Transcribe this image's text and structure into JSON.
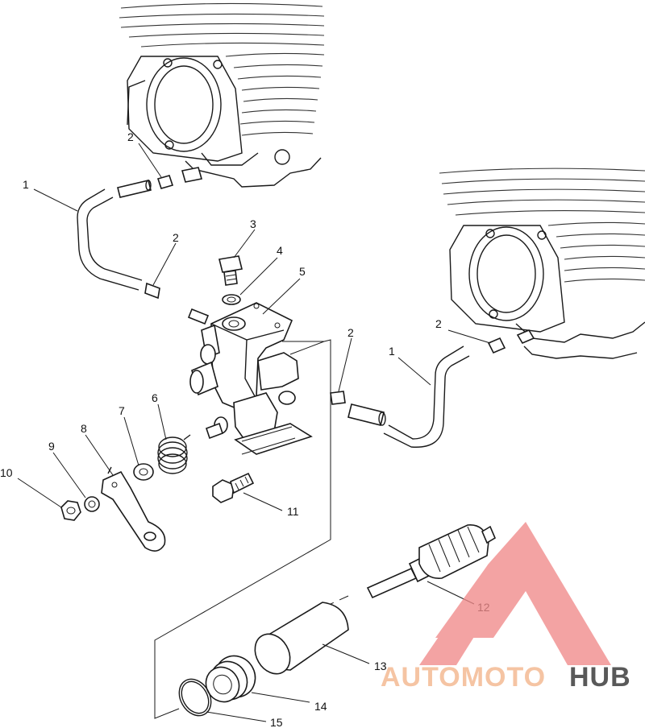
{
  "callouts": {
    "c1a": "1",
    "c1b": "1",
    "c2a": "2",
    "c2b": "2",
    "c2c": "2",
    "c2d": "2",
    "c3": "3",
    "c4": "4",
    "c5": "5",
    "c6": "6",
    "c7": "7",
    "c8": "8",
    "c9": "9",
    "c10": "10",
    "c11": "11",
    "c12": "12",
    "c13": "13",
    "c14": "14",
    "c15": "15"
  },
  "watermark": {
    "part1": "AUTOMOTO",
    "part2": "HUB",
    "color_primary": "#f08a8a",
    "color_secondary": "#f3b48a",
    "color_dark": "#2b2b2b"
  },
  "colors": {
    "ink": "#1a1a1a",
    "background": "#ffffff"
  }
}
